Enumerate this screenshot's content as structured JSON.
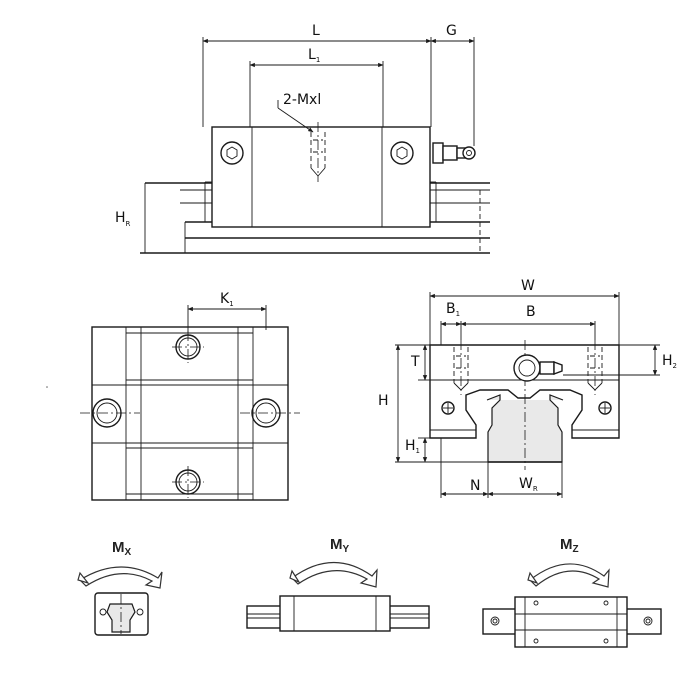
{
  "top_view": {
    "dims": {
      "L": "L",
      "L1_main": "L",
      "L1_sub": "1",
      "G": "G",
      "callout": "2-Mxl",
      "HR_main": "H",
      "HR_sub": "R"
    }
  },
  "front_view": {
    "dims": {
      "K1_main": "K",
      "K1_sub": "1"
    }
  },
  "end_view": {
    "dims": {
      "W": "W",
      "B1_main": "B",
      "B1_sub": "1",
      "B": "B",
      "T": "T",
      "H": "H",
      "H2_main": "H",
      "H2_sub": "2",
      "H1_main": "H",
      "H1_sub": "1",
      "N": "N",
      "WR_main": "W",
      "WR_sub": "R"
    }
  },
  "moments": [
    {
      "main": "M",
      "sub": "X"
    },
    {
      "main": "M",
      "sub": "Y"
    },
    {
      "main": "M",
      "sub": "Z"
    }
  ]
}
